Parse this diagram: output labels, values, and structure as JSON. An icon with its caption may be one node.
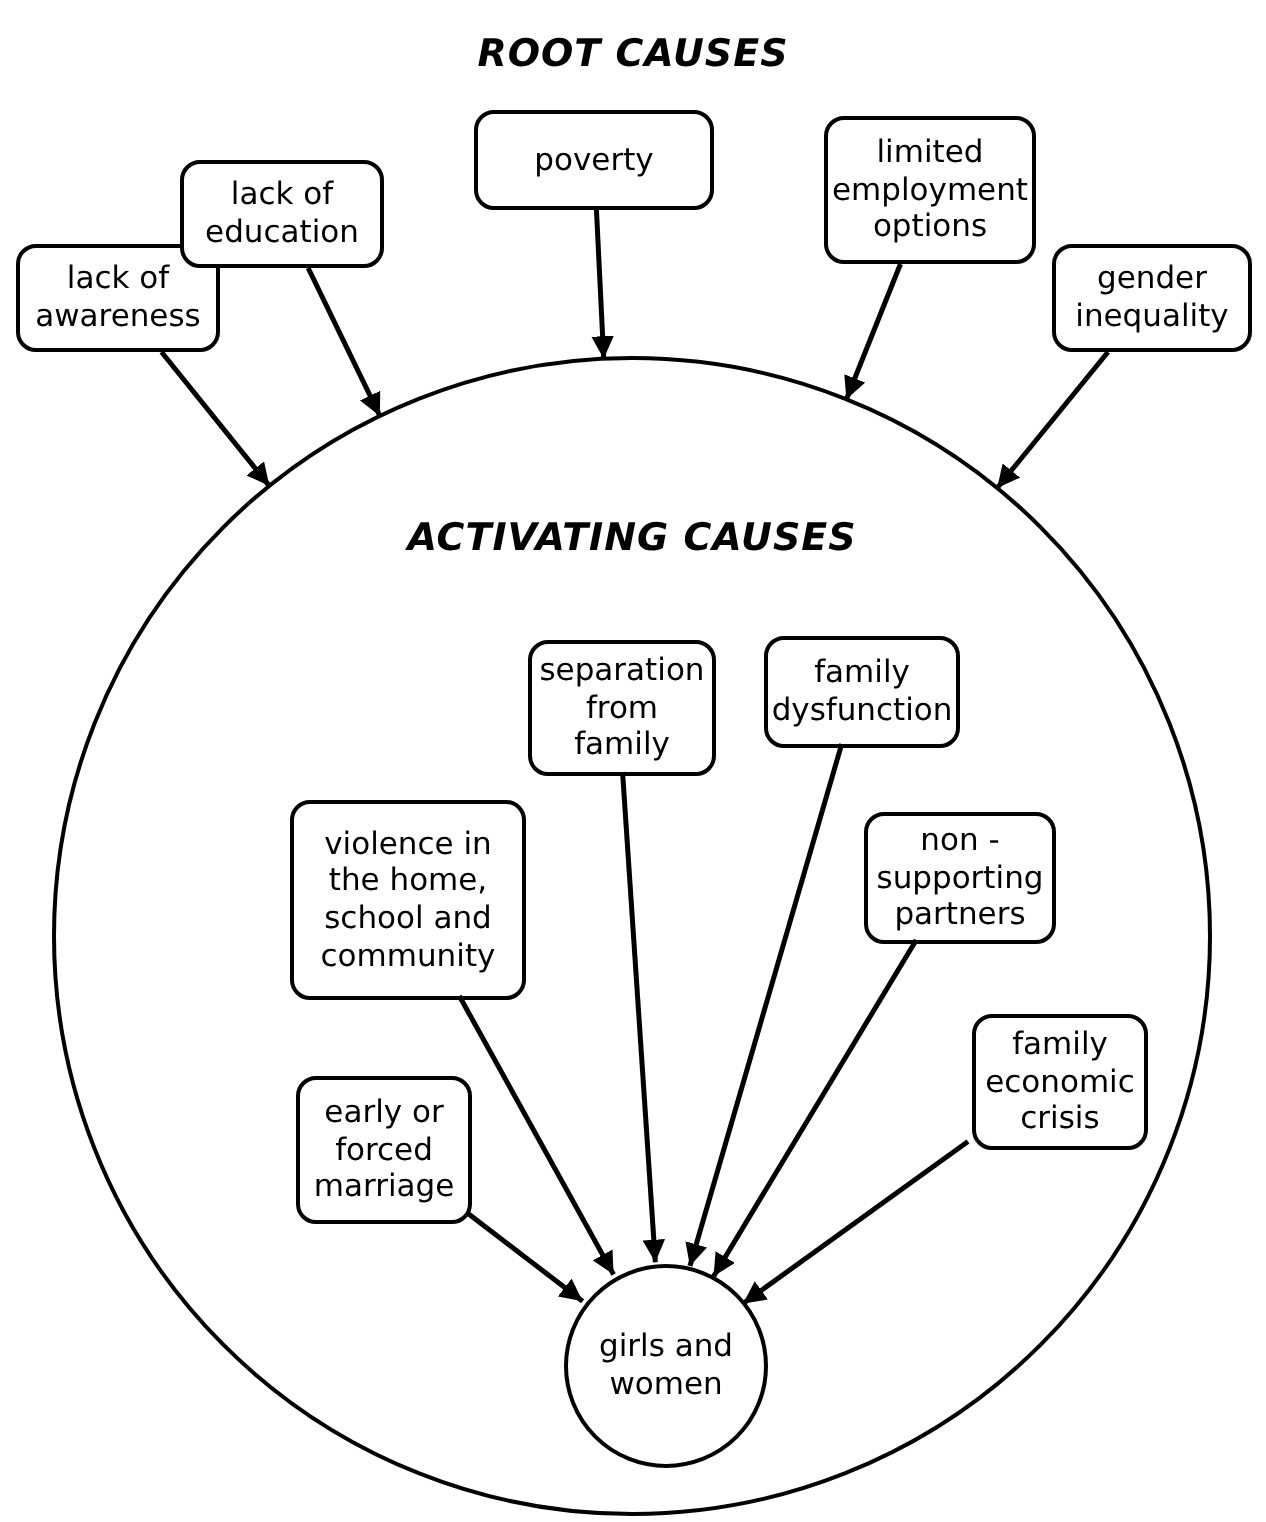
{
  "diagram": {
    "title": "ROOT CAUSES",
    "nodes": [
      {
        "text": [
          "ACTIVATING CAUSES"
        ]
      },
      {
        "text": [
          "lack of awareness"
        ]
      },
      {
        "text": [
          "lack of education"
        ]
      },
      {
        "text": [
          "poverty"
        ]
      },
      {
        "text": [
          "limited employment options"
        ]
      },
      {
        "text": [
          "gender inequality"
        ]
      },
      {
        "text": [
          "separation from family"
        ],
        "in": 0
      },
      {
        "text": [
          "family dysfunction"
        ],
        "in": 0
      },
      {
        "text": [
          "violence in the home, school and community"
        ],
        "in": 0
      },
      {
        "text": [
          "non - supporting partners"
        ],
        "in": 0
      },
      {
        "text": [
          "family economic crisis"
        ],
        "in": 0
      },
      {
        "text": [
          "early or forced marriage"
        ],
        "in": 0
      },
      {
        "text": [
          "girls and women"
        ],
        "in": 0
      }
    ],
    "edges": [
      {
        "from": 1,
        "to": 0,
        "arrow": "to"
      },
      {
        "from": 2,
        "to": 0,
        "arrow": "to"
      },
      {
        "from": 3,
        "to": 0,
        "arrow": "to"
      },
      {
        "from": 4,
        "to": 0,
        "arrow": "to"
      },
      {
        "from": 5,
        "to": 0,
        "arrow": "to"
      },
      {
        "from": 6,
        "to": 12,
        "arrow": "to"
      },
      {
        "from": 7,
        "to": 12,
        "arrow": "to"
      },
      {
        "from": 8,
        "to": 12,
        "arrow": "to"
      },
      {
        "from": 9,
        "to": 12,
        "arrow": "to"
      },
      {
        "from": 10,
        "to": 12,
        "arrow": "to"
      },
      {
        "from": 11,
        "to": 12,
        "arrow": "to"
      }
    ]
  }
}
